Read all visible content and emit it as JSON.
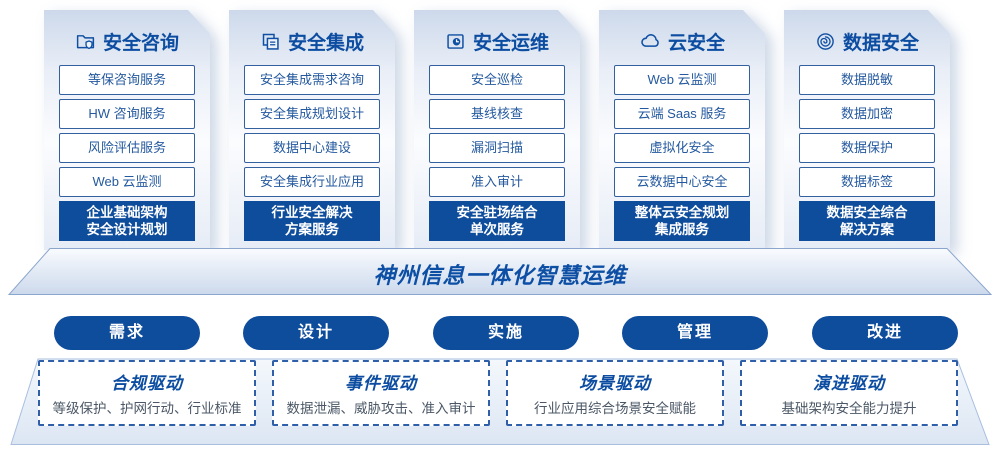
{
  "columns": [
    {
      "title": "安全咨询",
      "icon": "folder-shield-icon",
      "items": [
        "等保咨询服务",
        "HW 咨询服务",
        "风险评估服务",
        "Web 云监测"
      ],
      "footer": "企业基础架构\n安全设计规划"
    },
    {
      "title": "安全集成",
      "icon": "copy-documents-icon",
      "items": [
        "安全集成需求咨询",
        "安全集成规划设计",
        "数据中心建设",
        "安全集成行业应用"
      ],
      "footer": "行业安全解决\n方案服务"
    },
    {
      "title": "安全运维",
      "icon": "folder-clock-icon",
      "items": [
        "安全巡检",
        "基线核查",
        "漏洞扫描",
        "准入审计"
      ],
      "footer": "安全驻场结合\n单次服务"
    },
    {
      "title": "云安全",
      "icon": "cloud-icon",
      "items": [
        "Web 云监测",
        "云端 Saas 服务",
        "虚拟化安全",
        "云数据中心安全"
      ],
      "footer": "整体云安全规划\n集成服务"
    },
    {
      "title": "数据安全",
      "icon": "data-spiral-icon",
      "items": [
        "数据脱敏",
        "数据加密",
        "数据保护",
        "数据标签"
      ],
      "footer": "数据安全综合\n解决方案"
    }
  ],
  "banner": {
    "title": "神州信息一体化智慧运维"
  },
  "process_pills": [
    "需求",
    "设计",
    "实施",
    "管理",
    "改进"
  ],
  "drivers": [
    {
      "title": "合规驱动",
      "desc": "等级保护、护网行动、行业标准"
    },
    {
      "title": "事件驱动",
      "desc": "数据泄漏、威胁攻击、准入审计"
    },
    {
      "title": "场景驱动",
      "desc": "行业应用综合场景安全赋能"
    },
    {
      "title": "演进驱动",
      "desc": "基础架构安全能力提升"
    }
  ],
  "colors": {
    "primary_blue": "#0e4c9c",
    "title_blue": "#0c4da1",
    "item_border_blue": "#33609f",
    "muted_text": "#4b5766"
  }
}
